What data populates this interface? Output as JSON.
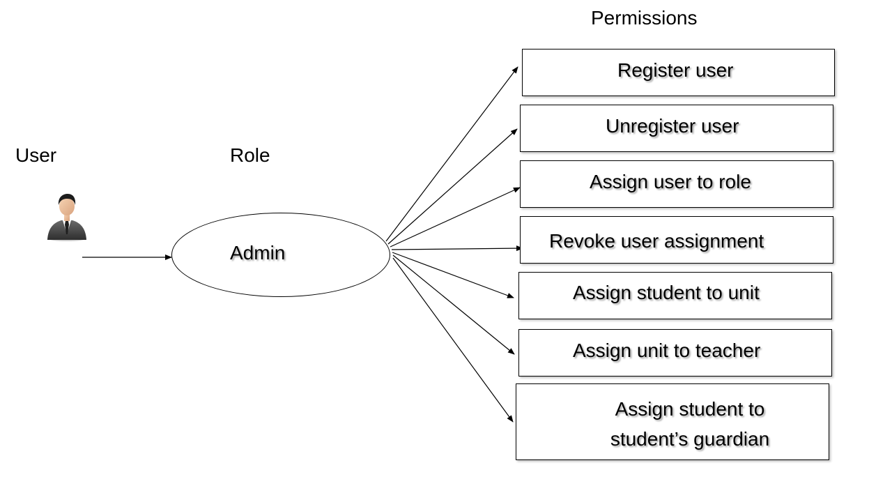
{
  "headings": {
    "user": "User",
    "role": "Role",
    "permissions": "Permissions"
  },
  "user": {
    "icon": "businessman-icon"
  },
  "role": {
    "label": "Admin"
  },
  "permissions": [
    {
      "label": "Register user"
    },
    {
      "label": "Unregister user"
    },
    {
      "label": "Assign user to role"
    },
    {
      "label": "Revoke user assignment"
    },
    {
      "label": "Assign student to unit"
    },
    {
      "label": "Assign unit to teacher"
    },
    {
      "label": "Assign student to\nstudent’s guardian"
    }
  ],
  "colors": {
    "line": "#000000",
    "background": "#ffffff"
  }
}
